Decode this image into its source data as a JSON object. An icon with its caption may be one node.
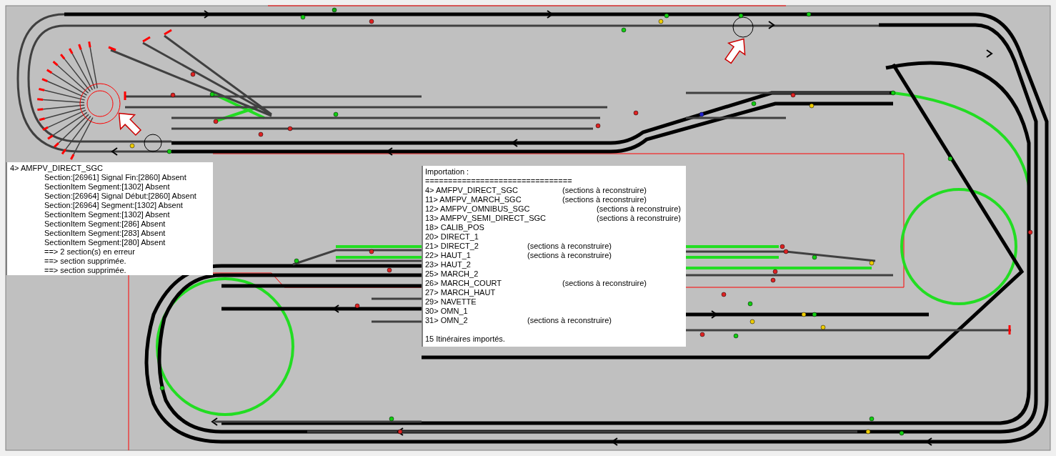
{
  "diagram": {
    "nodes": [
      {
        "text": [
          "4> AMFPV_DIRECT_SGC",
          "Section:[26961] Signal Fin:[2860] Absent",
          "SectionItem Segment:[1302] Absent",
          "Section:[26964] Signal Début:[2860] Absent",
          "Section:[26964] Segment:[1302] Absent",
          "SectionItem Segment:[1302] Absent",
          "SectionItem Segment:[286] Absent",
          "SectionItem Segment:[283] Absent",
          "SectionItem Segment:[280] Absent",
          "==> 2 section(s) en erreur",
          "==> section supprimée.",
          "==> section supprimée."
        ]
      },
      {
        "text": [
          "Importation :",
          "================================",
          "4> AMFPV_DIRECT_SGC",
          "(sections à reconstruire)",
          "11> AMFPV_MARCH_SGC",
          "(sections à reconstruire)",
          "12> AMFPV_OMNIBUS_SGC",
          "(sections à reconstruire)",
          "13> AMFPV_SEMI_DIRECT_SGC",
          "(sections à reconstruire)",
          "18> CALIB_POS",
          "20> DIRECT_1",
          "21> DIRECT_2",
          "(sections à reconstruire)",
          "22> HAUT_1",
          "(sections à reconstruire)",
          "23> HAUT_2",
          "25> MARCH_2",
          "26> MARCH_COURT",
          "(sections à reconstruire)",
          "27> MARCH_HAUT",
          "29> NAVETTE",
          "30> OMN_1",
          "31> OMN_2",
          "(sections à reconstruire)",
          "15 Itinéraires importés."
        ]
      }
    ]
  }
}
